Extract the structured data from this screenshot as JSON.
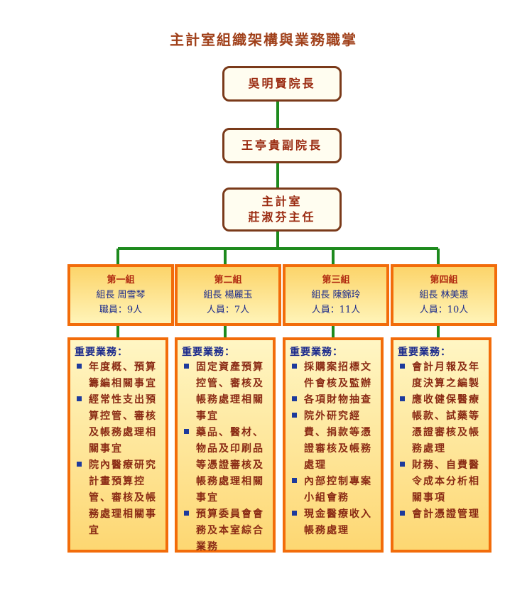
{
  "title": "主計室組織架構與業務職掌",
  "leaders": {
    "president": "吳明賢院長",
    "vice_president": "王亭貴副院長",
    "office_name": "主計室",
    "office_director": "莊淑芬主任"
  },
  "groups": [
    {
      "name": "第一組",
      "leader": "組長 周雪琴",
      "staff": "職員：9人"
    },
    {
      "name": "第二組",
      "leader": "組長 楊麗玉",
      "staff": "人員：7人"
    },
    {
      "name": "第三組",
      "leader": "組長 陳錦玲",
      "staff": "人員：11人"
    },
    {
      "name": "第四組",
      "leader": "組長 林美惠",
      "staff": "人員：10人"
    }
  ],
  "duties": [
    {
      "heading": "重要業務：",
      "items": [
        "年度概、預算籌編相關事宜",
        "經常性支出預算控管、審核及帳務處理相關事宜",
        "院內醫療研究計畫預算控管、審核及帳務處理相關事宜"
      ]
    },
    {
      "heading": "重要業務：",
      "items": [
        "固定資產預算控管、審核及帳務處理相關事宜",
        "藥品、醫材、物品及印刷品等憑證審核及帳務處理相關事宜",
        "預算委員會會務及本室綜合業務"
      ]
    },
    {
      "heading": "重要業務：",
      "items": [
        "採購案招標文件會核及監辦",
        "各項財物抽查",
        "院外研究經費、捐款等憑證審核及帳務處理",
        "內部控制專案小組會務",
        "現金醫療收入帳務處理"
      ]
    },
    {
      "heading": "重要業務：",
      "items": [
        "會計月報及年度決算之編製",
        "應收健保醫療帳款、試藥等憑證審核及帳務處理",
        "財務、自費醫令成本分析相關事項",
        "會計憑證管理"
      ]
    }
  ],
  "colors": {
    "connector": "#1d8a1d",
    "leader_border": "#7a3a1a",
    "box_border": "#f26c0a",
    "title": "#a0401a",
    "bullet": "#1d3a9c"
  }
}
